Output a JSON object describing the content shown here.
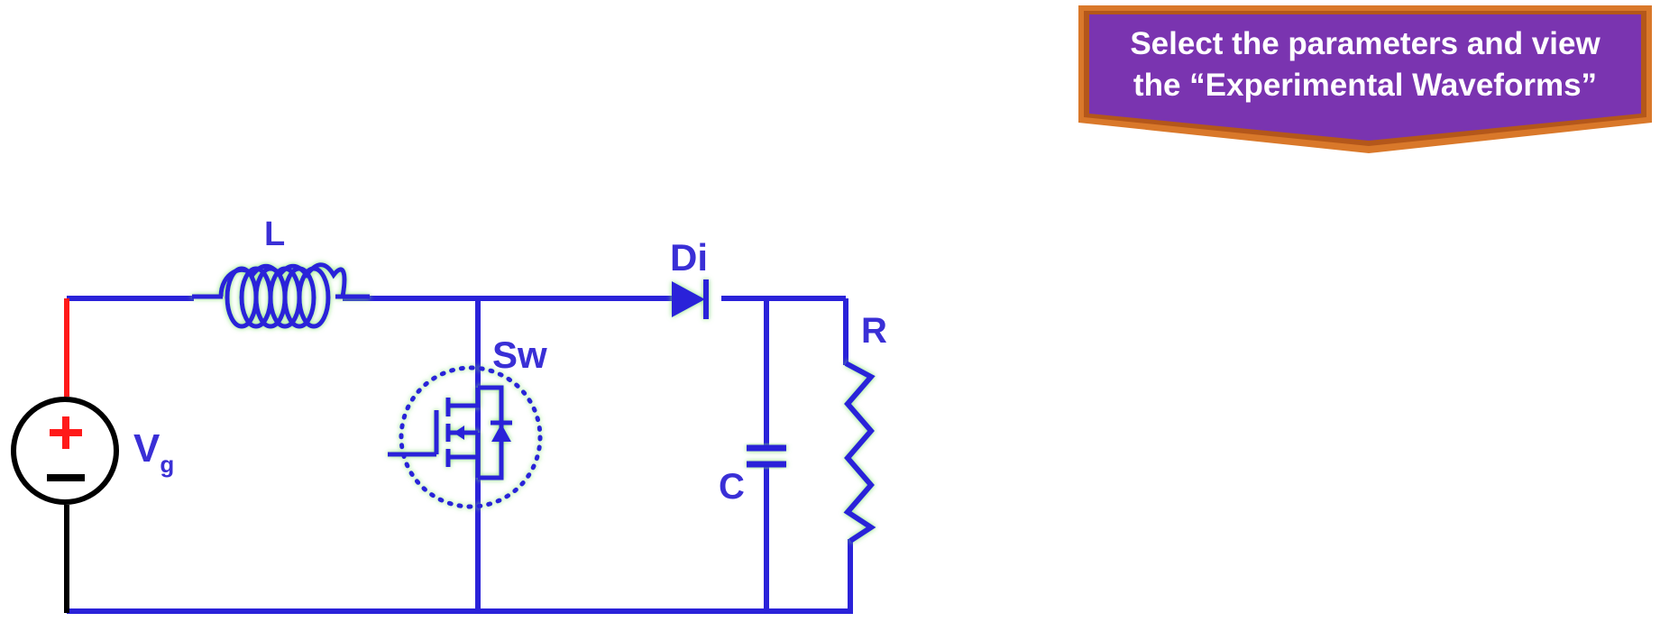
{
  "banner": {
    "line1": "Select the parameters and view",
    "line2": "the “Experimental Waveforms”"
  },
  "labels": {
    "inductor": "L",
    "diode": "Di",
    "switch": "Sw",
    "resistor": "R",
    "capacitor": "C",
    "source_main": "V",
    "source_sub": "g"
  },
  "colors": {
    "wire": "#2a22d9",
    "positive": "#ff1a1a",
    "ground": "#000000",
    "glow": "#7ddf6a",
    "banner_fill": "#7a34b0",
    "banner_border": "#d9782a"
  }
}
